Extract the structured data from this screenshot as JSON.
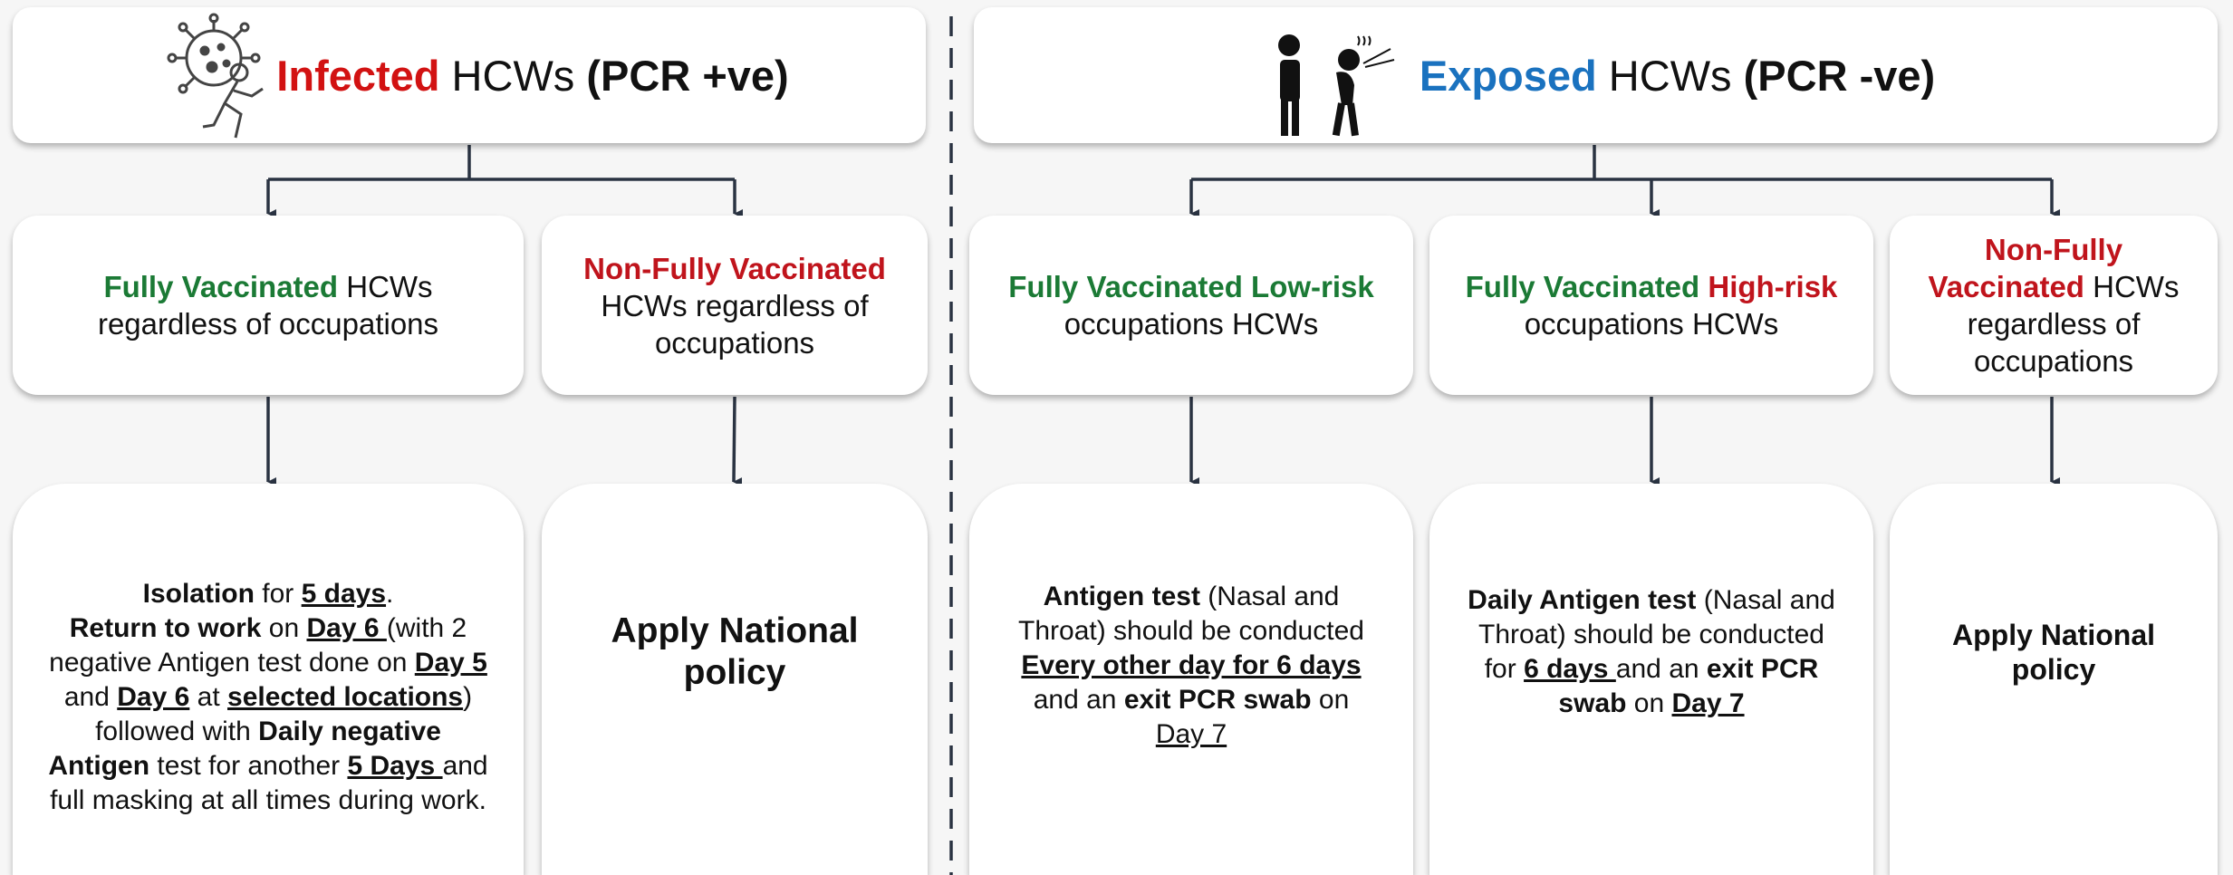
{
  "infected": {
    "title_colored": "Infected",
    "title_mid": " HCWs ",
    "title_bold": "(PCR +ve)",
    "fully": {
      "colored": "Fully Vaccinated",
      "rest": " HCWs regardless of occupations"
    },
    "nonfully": {
      "colored": "Non-Fully Vaccinated",
      "rest": "HCWs regardless of occupations"
    },
    "fully_detail": {
      "p1": "Isolation",
      "p2": " for ",
      "p3": "5 days",
      "p4": ".",
      "p5": "Return to work",
      "p6": " on ",
      "p7": "Day 6 ",
      "p8": "(with 2 negative Antigen test done on ",
      "p9": "Day 5 ",
      "p10": "and ",
      "p11": "Day 6",
      "p12": " at ",
      "p13": "selected locations",
      "p14": ") followed with ",
      "p15": "Daily negative Antigen",
      "p16": " test for another ",
      "p17": "5 Days ",
      "p18": "and full masking at all times during work."
    },
    "nonfully_detail": "Apply National policy"
  },
  "exposed": {
    "title_colored": "Exposed",
    "title_mid": " HCWs ",
    "title_bold": "(PCR -ve)",
    "low": {
      "colored": "Fully Vaccinated Low-risk",
      "rest": "occupations HCWs"
    },
    "high": {
      "colored1": "Fully Vaccinated ",
      "colored2": "High-risk",
      "rest": " occupations HCWs"
    },
    "nonfully": {
      "colored": "Non-Fully Vaccinated",
      "rest": " HCWs regardless of occupations"
    },
    "low_detail": {
      "p1": "Antigen test",
      "p2": " (Nasal and Throat) should be conducted ",
      "p3": "Every other day for 6 days",
      "p4": " and an ",
      "p5": "exit PCR swab",
      "p6": " on ",
      "p7": "Day 7"
    },
    "high_detail": {
      "p1": "Daily Antigen test",
      "p2": " (Nasal and Throat) should be conducted for ",
      "p3": "6 days ",
      "p4": "and an ",
      "p5": "exit PCR swab",
      "p6": " on ",
      "p7": "Day 7"
    },
    "nonfully_detail": "Apply National policy"
  },
  "icons": {
    "virus": "virus-person-icon",
    "exposed": "coughing-people-icon"
  },
  "colors": {
    "green": "#1b7a35",
    "red": "#d21212",
    "blue": "#1a72bf",
    "line": "#2a3342"
  }
}
